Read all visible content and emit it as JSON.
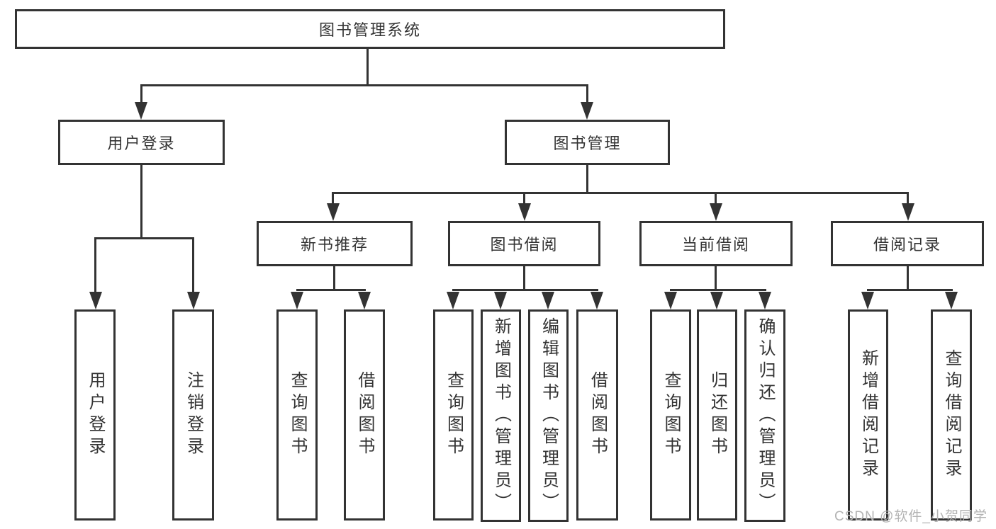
{
  "title": "图书管理系统",
  "watermark": "CSDN @软件_小贺同学",
  "colors": {
    "line": "#333333",
    "text": "#333333",
    "box_background": "#ffffff",
    "watermark": "#b3b3b3",
    "background": "#ffffff"
  },
  "tree": {
    "label": "图书管理系统",
    "children": [
      {
        "label": "用户登录",
        "children": [
          {
            "label": "用户登录"
          },
          {
            "label": "注销登录"
          }
        ]
      },
      {
        "label": "图书管理",
        "children": [
          {
            "label": "新书推荐",
            "children": [
              {
                "label": "查询图书"
              },
              {
                "label": "借阅图书"
              }
            ]
          },
          {
            "label": "图书借阅",
            "children": [
              {
                "label": "查询图书"
              },
              {
                "label": "新增图书（管理员）"
              },
              {
                "label": "编辑图书（管理员）"
              },
              {
                "label": "借阅图书"
              }
            ]
          },
          {
            "label": "当前借阅",
            "children": [
              {
                "label": "查询图书"
              },
              {
                "label": "归还图书"
              },
              {
                "label": "确认归还（管理员）"
              }
            ]
          },
          {
            "label": "借阅记录",
            "children": [
              {
                "label": "新增借阅记录"
              },
              {
                "label": "查询借阅记录"
              }
            ]
          }
        ]
      }
    ]
  }
}
